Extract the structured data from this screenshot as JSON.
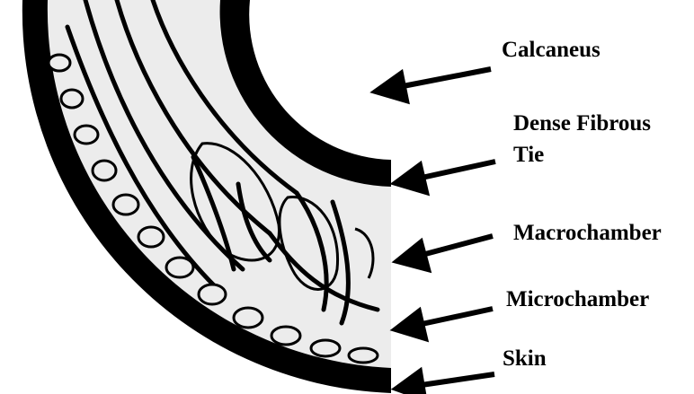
{
  "labels": {
    "calcaneus": "Calcaneus",
    "dense_fibrous_tie_line1": "Dense Fibrous",
    "dense_fibrous_tie_line2": "Tie",
    "macrochamber": "Macrochamber",
    "microchamber": "Microchamber",
    "skin": "Skin"
  },
  "colors": {
    "ink": "#000000",
    "tissue": "#ececec",
    "background": "#ffffff"
  }
}
